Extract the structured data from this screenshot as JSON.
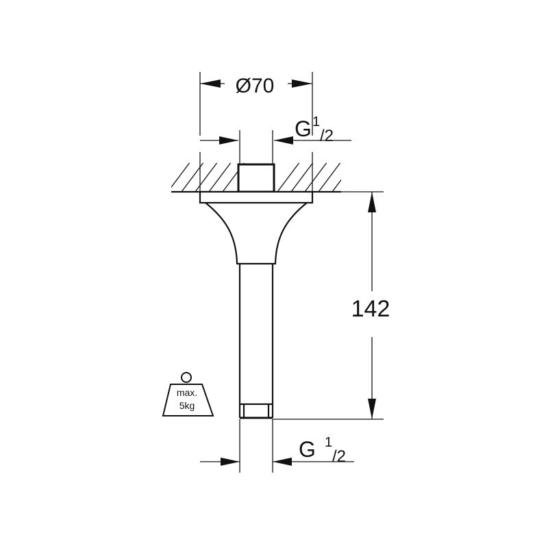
{
  "dimensions": {
    "diameter_label": "Ø70",
    "thread_top": {
      "main": "G",
      "num": "1",
      "den": "/2"
    },
    "thread_bottom": {
      "main": "G",
      "num": "1",
      "den": "/2"
    },
    "length_label": "142"
  },
  "weight_badge": {
    "line1": "max.",
    "line2": "5kg"
  },
  "colors": {
    "line": "#111111",
    "background": "#ffffff"
  }
}
